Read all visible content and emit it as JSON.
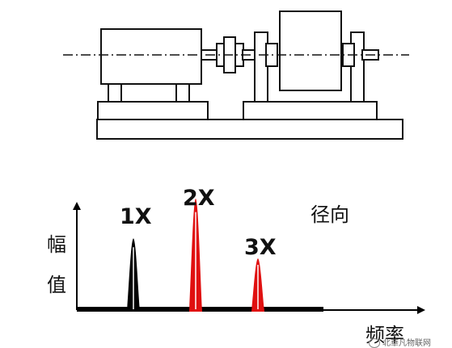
{
  "diagram": {
    "peaks": [
      {
        "label": "1X",
        "order": 1,
        "amplitude": 0.55,
        "color": "#000000"
      },
      {
        "label": "2X",
        "order": 2,
        "amplitude": 0.85,
        "color": "#e01010"
      },
      {
        "label": "3X",
        "order": 3,
        "amplitude": 0.4,
        "color": "#e01010"
      }
    ],
    "direction_label": "径向",
    "y_axis_label_top": "幅",
    "y_axis_label_bottom": "值",
    "x_axis_label": "频率",
    "watermark": "北華凡物联网"
  }
}
